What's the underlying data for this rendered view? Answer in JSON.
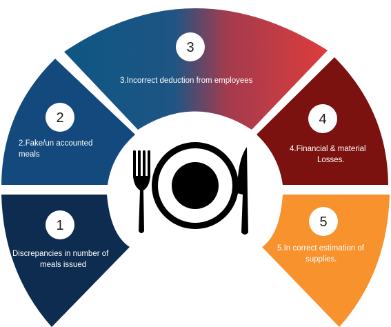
{
  "segments": [
    {
      "number": "1",
      "lines": [
        "Discrepancies in number of",
        "meals issued"
      ],
      "color": "#0d2c4f"
    },
    {
      "number": "2",
      "lines": [
        "2.Fake/un accounted",
        "meals"
      ],
      "color": "#13497c"
    },
    {
      "number": "3",
      "lines": [
        "3.Incorrect deduction from employees"
      ],
      "color_start": "#0e5683",
      "color_end": "#dc3c3c"
    },
    {
      "number": "4",
      "lines": [
        "4.Financial & material",
        "Losses."
      ],
      "color": "#7b1210"
    },
    {
      "number": "5",
      "lines": [
        "5.In correct estimation of",
        "supplies."
      ],
      "color": "#f7922d"
    }
  ],
  "center_icon": "plate-fork-knife-icon"
}
